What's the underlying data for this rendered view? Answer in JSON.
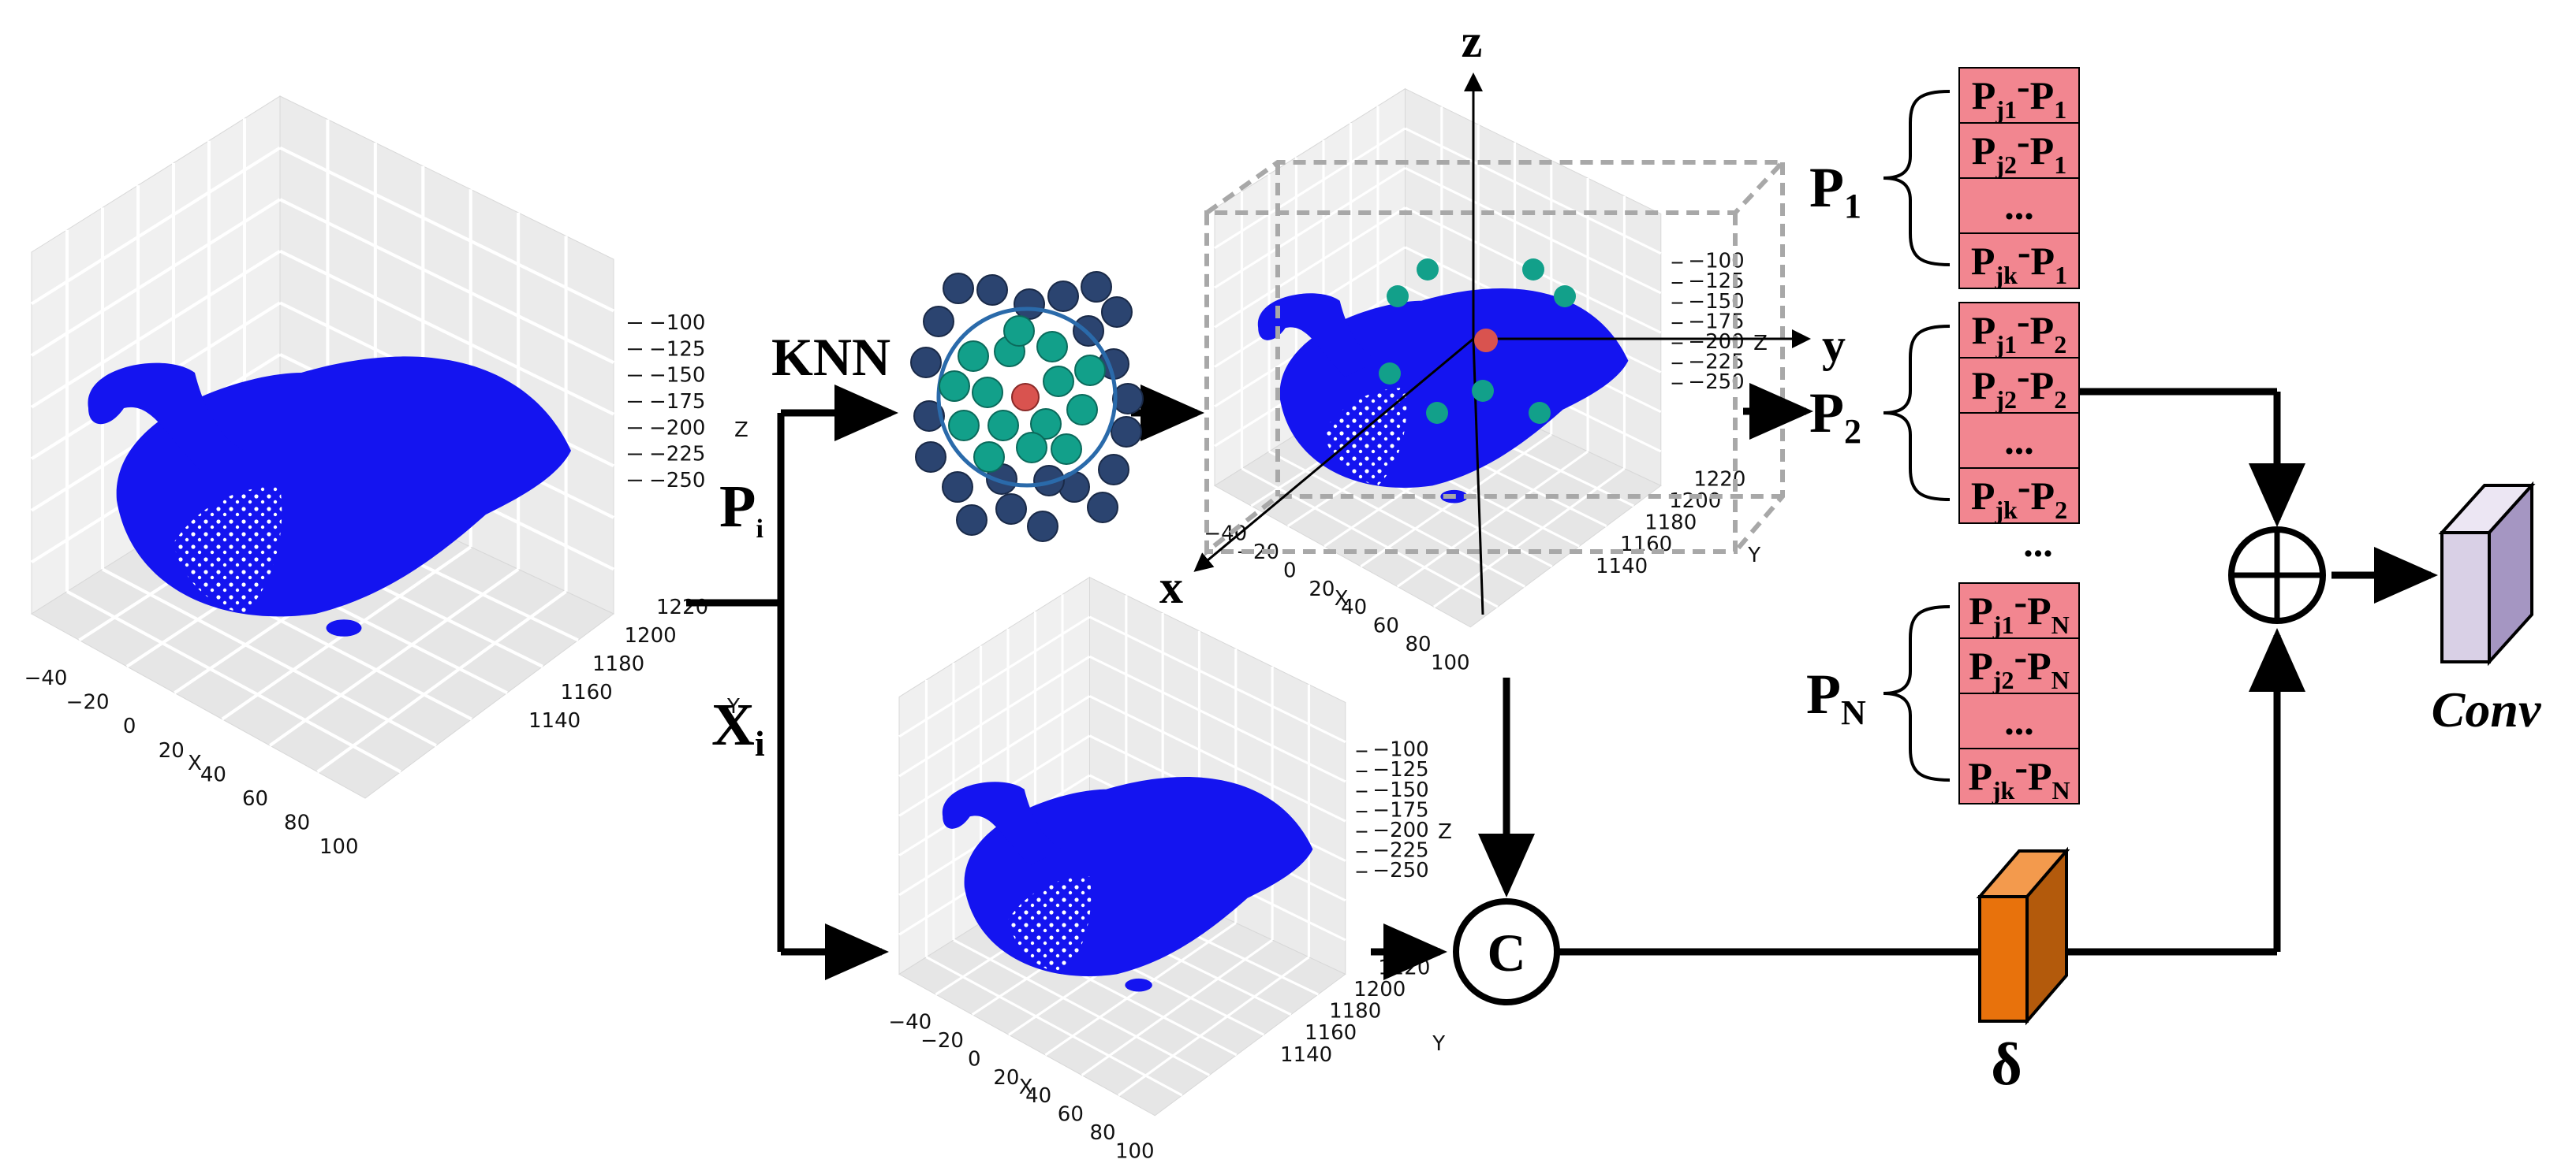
{
  "plots": {
    "z_ticks": [
      "−100",
      "−125",
      "−150",
      "−175",
      "−200",
      "−225",
      "−250"
    ],
    "x_ticks": [
      "−40",
      "−20",
      "0",
      "20",
      "40",
      "60",
      "80",
      "100"
    ],
    "y_ticks": [
      "1220",
      "1200",
      "1180",
      "1160",
      "1140"
    ],
    "x_label": "X",
    "y_label": "Y",
    "z_label": "Z"
  },
  "labels": {
    "knn": "KNN",
    "pi_main": "P",
    "pi_sub": "i",
    "xi_main": "X",
    "xi_sub": "i",
    "axis_z": "z",
    "axis_y": "y",
    "axis_x": "x",
    "concat": "C",
    "delta": "δ",
    "conv": "Conv",
    "ellipsis": "..."
  },
  "groups": [
    {
      "label_main": "P",
      "label_sub": "1",
      "rows": [
        {
          "a": "P",
          "as": "j1",
          "b": "P",
          "bs": "1"
        },
        {
          "a": "P",
          "as": "j2",
          "b": "P",
          "bs": "1"
        },
        {
          "ellipsis": "..."
        },
        {
          "a": "P",
          "as": "jk",
          "b": "P",
          "bs": "1"
        }
      ]
    },
    {
      "label_main": "P",
      "label_sub": "2",
      "rows": [
        {
          "a": "P",
          "as": "j1",
          "b": "P",
          "bs": "2"
        },
        {
          "a": "P",
          "as": "j2",
          "b": "P",
          "bs": "2"
        },
        {
          "ellipsis": "..."
        },
        {
          "a": "P",
          "as": "jk",
          "b": "P",
          "bs": "2"
        }
      ]
    },
    {
      "label_main": "P",
      "label_sub": "N",
      "rows": [
        {
          "a": "P",
          "as": "j1",
          "b": "P",
          "bs": "N"
        },
        {
          "a": "P",
          "as": "j2",
          "b": "P",
          "bs": "N"
        },
        {
          "ellipsis": "..."
        },
        {
          "a": "P",
          "as": "jk",
          "b": "P",
          "bs": "N"
        }
      ]
    }
  ],
  "colors": {
    "points": "#1414f0",
    "box_fill": "#f28690",
    "teal": "#12a08a",
    "navy": "#2b4470",
    "red_dot": "#d9534f",
    "delta_front": "#e8720c",
    "conv_front": "#d9d0e6",
    "conv_side": "#a596c2",
    "cube_dash": "#a8a8a8"
  }
}
